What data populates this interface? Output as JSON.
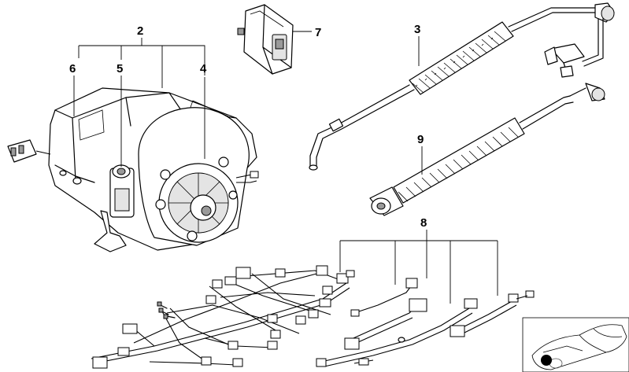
{
  "callouts": [
    {
      "id": "2",
      "label": "2"
    },
    {
      "id": "3",
      "label": "3"
    },
    {
      "id": "4",
      "label": "4"
    },
    {
      "id": "5",
      "label": "5"
    },
    {
      "id": "6",
      "label": "6"
    },
    {
      "id": "7",
      "label": "7"
    },
    {
      "id": "8",
      "label": "8"
    },
    {
      "id": "9",
      "label": "9"
    }
  ],
  "parts": {
    "heater_housing": "heater-blower-housing",
    "switch": "rocker-switch",
    "hose_upper": "insulated-pipe-upper",
    "hose_lower": "insulated-pipe-lower",
    "harness_left": "wiring-harness-main",
    "harness_right": "wiring-harness-set",
    "car_thumbnail": "vehicle-location-thumbnail"
  }
}
